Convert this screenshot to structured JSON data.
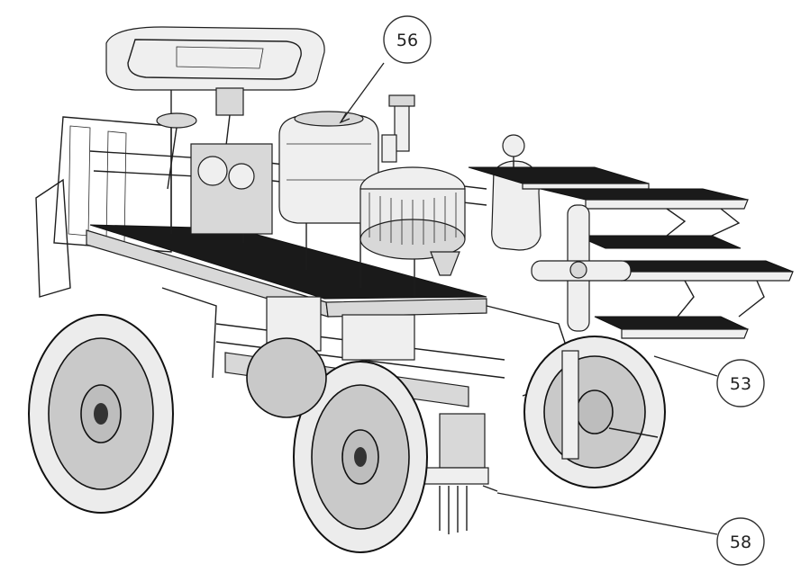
{
  "figure": {
    "callouts": [
      {
        "id": "56",
        "label": "56"
      },
      {
        "id": "53",
        "label": "53"
      },
      {
        "id": "58",
        "label": "58"
      }
    ]
  }
}
